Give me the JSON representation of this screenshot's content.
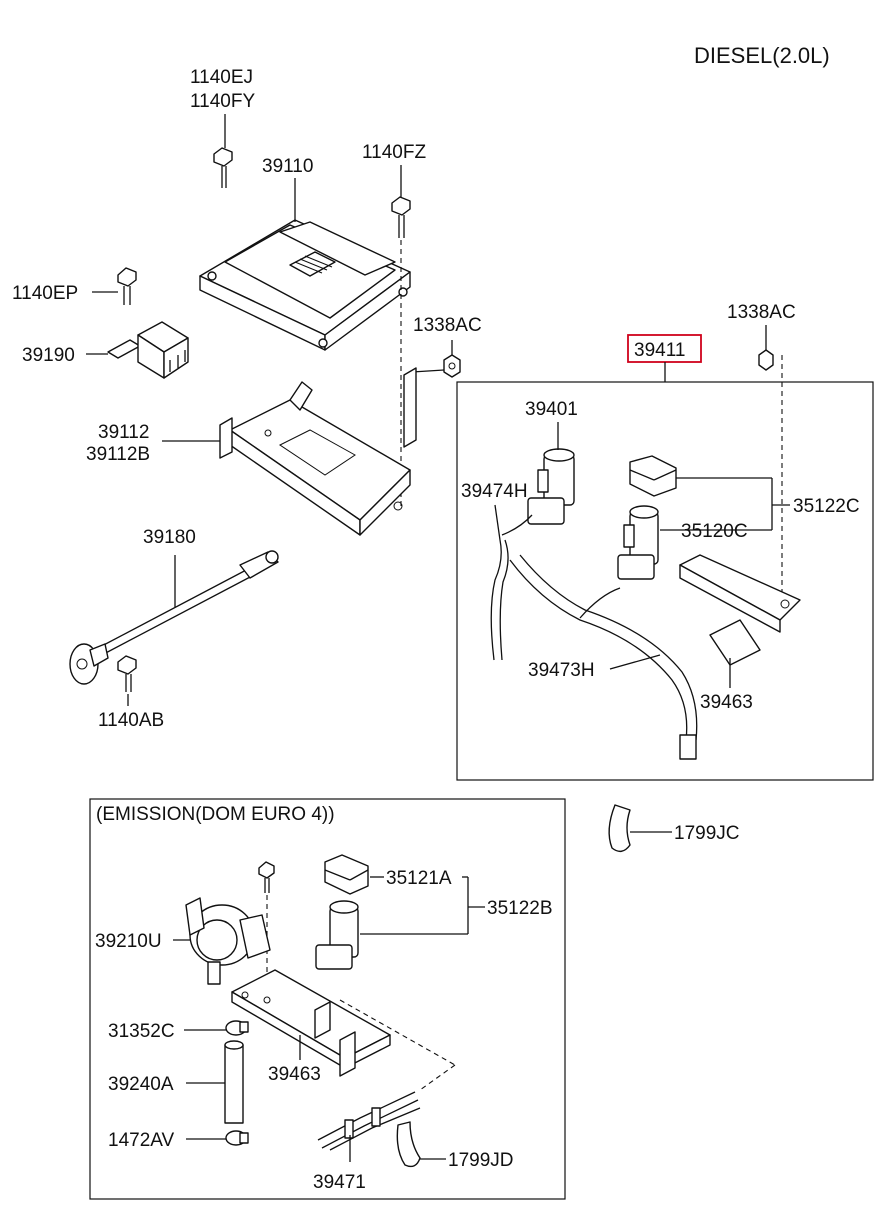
{
  "header": {
    "engine_label": "DIESEL(2.0L)"
  },
  "highlight_color": "#d0021b",
  "emission_box": {
    "title": "(EMISSION(DOM EURO 4))"
  },
  "labels": {
    "p1140EJ": "1140EJ",
    "p1140FY": "1140FY",
    "p39110": "39110",
    "p1140FZ": "1140FZ",
    "p1140EP": "1140EP",
    "p39190": "39190",
    "p1338AC_a": "1338AC",
    "p1338AC_b": "1338AC",
    "p39411": "39411",
    "p39112": "39112",
    "p39112B": "39112B",
    "p39401": "39401",
    "p39474H": "39474H",
    "p35122C": "35122C",
    "p35120C": "35120C",
    "p39180": "39180",
    "p39473H": "39473H",
    "p39463_a": "39463",
    "p1140AB": "1140AB",
    "p1799JC": "1799JC",
    "p35121A": "35121A",
    "p35122B": "35122B",
    "p39210U": "39210U",
    "p31352C": "31352C",
    "p39463_b": "39463",
    "p39240A": "39240A",
    "p1472AV": "1472AV",
    "p1799JD": "1799JD",
    "p39471": "39471"
  }
}
